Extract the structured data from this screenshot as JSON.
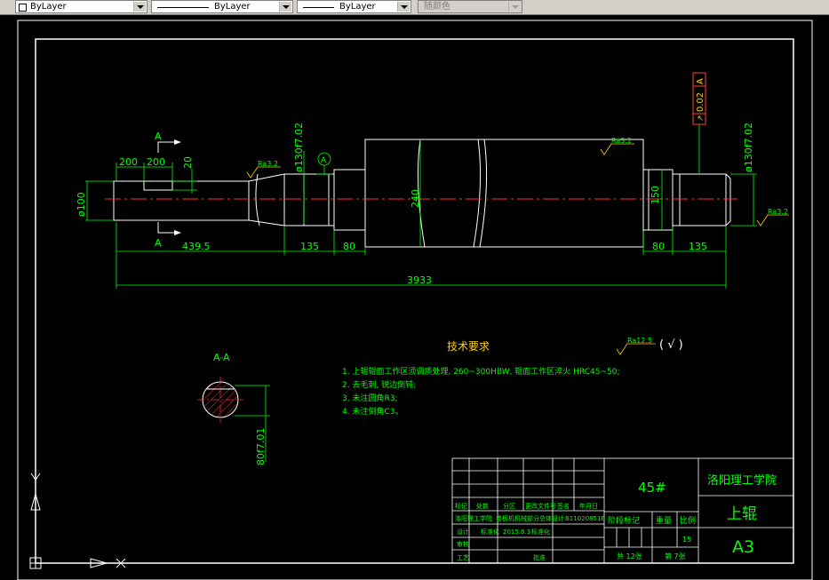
{
  "toolbar": {
    "color_combo": "ByLayer",
    "linetype_combo": "ByLayer",
    "lineweight_combo": "ByLayer",
    "plotstyle_combo": "随颜色"
  },
  "drawing": {
    "dims": {
      "d_left_shaft": "ø100",
      "len_200a": "200",
      "len_200b": "200",
      "keyway_depth": "20",
      "len_439_5": "439.5",
      "d_journal_left": "ø130f7.02",
      "len_135_left": "135",
      "len_80_left": "80",
      "d_body": "240",
      "d_150": "150",
      "len_80_right": "80",
      "len_135_right": "135",
      "d_journal_right": "ø130f7.02",
      "len_total": "3933",
      "section_dim": "80f7.01"
    },
    "section_marks": {
      "top": "A",
      "bottom": "A",
      "datum": "A",
      "section_title": "A-A"
    },
    "roughness": {
      "r1": "Ra3.2",
      "r2": "Ra3.2",
      "r3": "Ra3.2",
      "general": "Ra12.5",
      "general_paren": "( √ )"
    },
    "tolerance": {
      "symbol": "↗",
      "value": "0.02",
      "datum": "A"
    },
    "tech_req": {
      "title": "技术要求",
      "lines": [
        "1. 上辊辊面工作区须调质处理, 260~300HBW, 辊面工作区淬火 HRC45~50;",
        "2. 去毛刺, 锐边倒钝;",
        "3. 未注圆角R3;",
        "4. 未注倒角C3。"
      ]
    },
    "title_block": {
      "material": "45#",
      "school": "洛阳理工学院",
      "part_name": "上辊",
      "sheet_size": "A3",
      "hdr_mark": "标记",
      "hdr_count": "处数",
      "hdr_zone": "分区",
      "hdr_docno": "更改文件号",
      "hdr_sign": "签名",
      "hdr_date": "年月日",
      "row_company": "洛阳理工学院",
      "row_desc": "卷板机机械部分总体设计",
      "row_id": "B110208516",
      "design_label": "设计",
      "std_label": "标准化",
      "design_date": "2015.6.3",
      "approve_label": "批准",
      "check_label": "审核",
      "process_label": "工艺",
      "stage_label": "阶段标记",
      "weight_label": "重量",
      "scale_label": "比例",
      "scale_value": "15",
      "sheets_total": "共 12张",
      "sheet_no": "第 7张"
    }
  }
}
